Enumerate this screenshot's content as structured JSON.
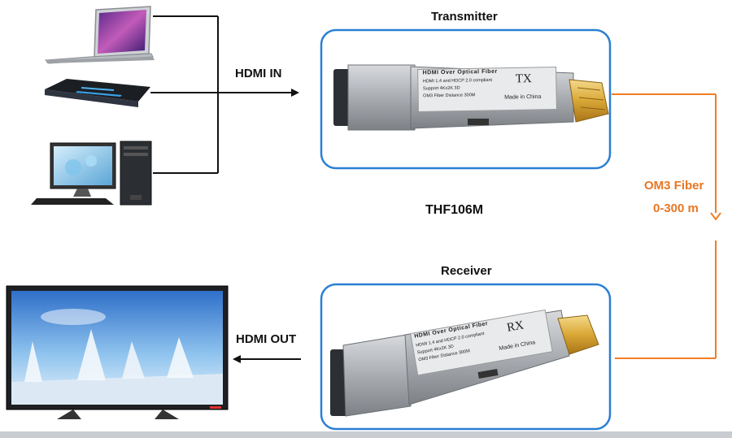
{
  "labels": {
    "transmitter": "Transmitter",
    "receiver": "Receiver",
    "hdmi_in": "HDMI IN",
    "hdmi_out": "HDMI OUT",
    "model": "THF106M",
    "fiber_type": "OM3 Fiber",
    "fiber_range": "0-300 m"
  },
  "tx_module": {
    "title": "HDMI Over Optical Fiber",
    "code": "TX",
    "specs": [
      "HDMI 1.4 and HDCP 2.0 compliant",
      "Support 4Kx2K 3D",
      "OM3 Fiber Distance 300M"
    ],
    "made_in": "Made in China"
  },
  "rx_module": {
    "title": "HDMI Over Optical Fiber",
    "code": "RX",
    "specs": [
      "HDMI 1.4 and HDCP 2.0 compliant",
      "Support 4Kx2K 3D",
      "OM3 Fiber Distance 300M"
    ],
    "made_in": "Made in China"
  },
  "colors": {
    "box_border": "#2a7fd4",
    "fiber": "#f07d23",
    "connector_line": "#111111"
  }
}
